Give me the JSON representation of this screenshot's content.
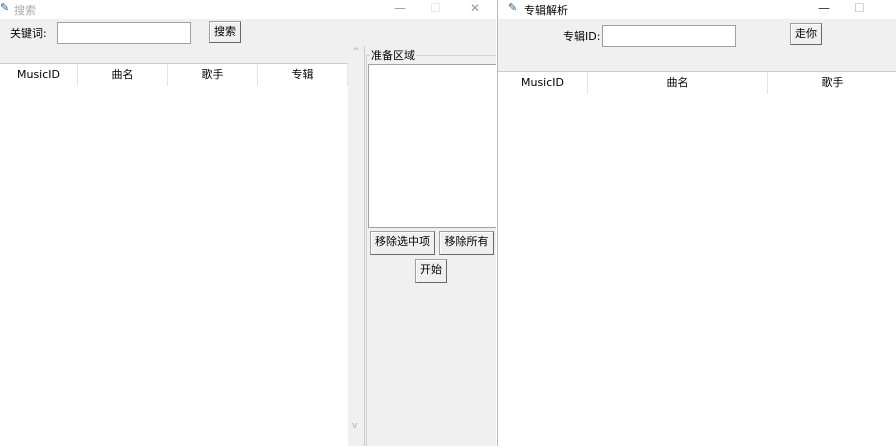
{
  "search_window": {
    "title": "搜索",
    "keyword_label": "关键词:",
    "keyword_value": "",
    "search_button": "搜索",
    "columns": [
      "MusicID",
      "曲名",
      "歌手",
      "专辑"
    ],
    "prep_area_label": "准备区域",
    "remove_selected_button": "移除选中项",
    "remove_all_button": "移除所有",
    "start_button": "开始",
    "controls": {
      "minimize": "—",
      "maximize": "☐",
      "close": "✕"
    }
  },
  "album_window": {
    "title": "专辑解析",
    "album_id_label": "专辑ID:",
    "album_id_value": "",
    "go_button": "走你",
    "columns": [
      "MusicID",
      "曲名",
      "歌手"
    ],
    "controls": {
      "minimize": "—",
      "maximize": "☐"
    }
  }
}
